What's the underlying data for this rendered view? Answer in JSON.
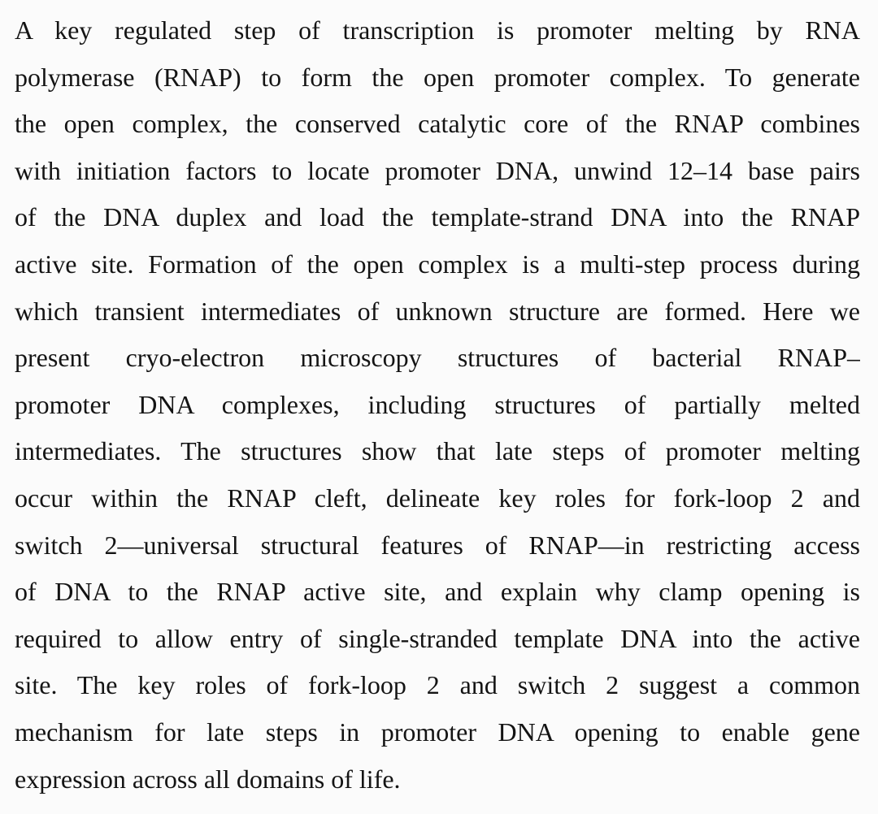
{
  "abstract": {
    "lines": [
      "A key regulated step of transcription is promoter melting by RNA",
      "polymerase (RNAP) to form the open promoter complex. To generate",
      "the open complex, the conserved catalytic core of the RNAP combines",
      "with initiation factors to locate promoter DNA, unwind 12–14 base pairs",
      "of the DNA duplex and load the template-strand DNA into the RNAP",
      "active site. Formation of the open complex is a multi-step process during",
      "which transient intermediates of unknown structure are formed. Here we",
      "present cryo-electron microscopy structures of bacterial RNAP–",
      "promoter DNA complexes, including structures of partially melted",
      "intermediates. The structures show that late steps of promoter melting",
      "occur within the RNAP cleft, delineate key roles for fork-loop 2 and",
      "switch 2—universal structural features of RNAP—in restricting access",
      "of DNA to the RNAP active site, and explain why clamp opening is",
      "required to allow entry of single-stranded template DNA into the active",
      "site. The key roles of fork-loop 2 and switch 2 suggest a common",
      "mechanism for late steps in promoter DNA opening to enable gene",
      "expression across all domains of life."
    ]
  }
}
